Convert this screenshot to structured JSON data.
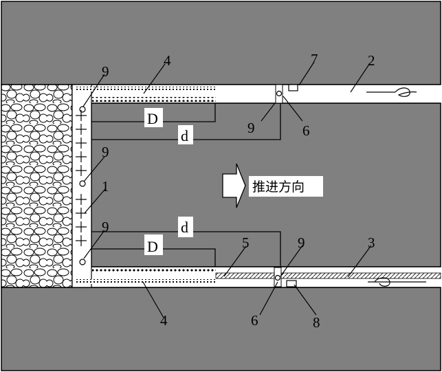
{
  "colors": {
    "rock": "#808080",
    "roadway": "#ffffff",
    "goaf": "#ffffff",
    "line": "#000000",
    "label_bg": "#ffffff"
  },
  "advance_direction": {
    "text": "推进方向"
  },
  "callouts": {
    "c1": "1",
    "c2": "2",
    "c3": "3",
    "c4_top": "4",
    "c4_bottom": "4",
    "c5": "5",
    "c6_top": "6",
    "c6_bottom": "6",
    "c7": "7",
    "c8": "8",
    "c9_topleft": "9",
    "c9_midleft": "9",
    "c9_lowleft": "9",
    "c9_topright": "9",
    "c9_bottomright": "9"
  },
  "dimensions": {
    "D_top": "D",
    "d_top": "d",
    "D_bottom": "D",
    "d_bottom": "d"
  },
  "icons": {
    "goaf": "caved-rock-fill",
    "advance": "right-arrow-icon",
    "roof_support": "hydraulic-support-icon",
    "water_flow": "flow-arrow-icon"
  }
}
